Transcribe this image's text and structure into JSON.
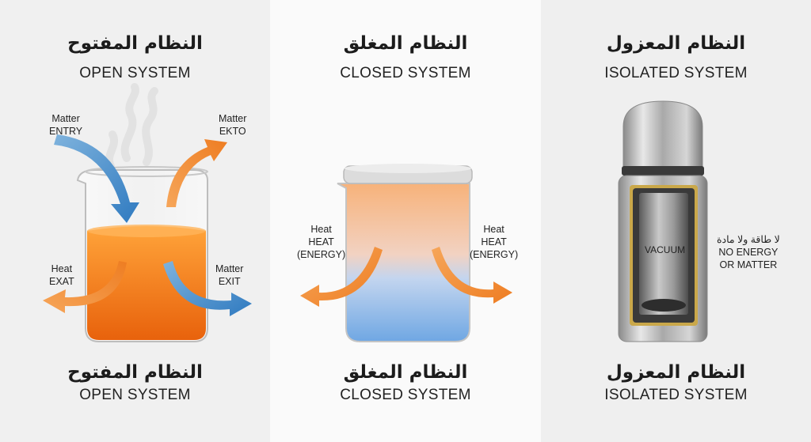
{
  "panels": {
    "open": {
      "title_ar": "النظام المفتوح",
      "title_en": "OPEN SYSTEM",
      "bottom_ar": "النظام المفتوح",
      "bottom_en": "OPEN SYSTEM",
      "labels": {
        "matter_entry": [
          "Matter",
          "ENTRY"
        ],
        "matter_ekto": [
          "Matter",
          "EKTO"
        ],
        "heat_exat": [
          "Heat",
          "EXAT"
        ],
        "matter_exit": [
          "Matter",
          "EXIT"
        ]
      }
    },
    "closed": {
      "title_ar": "النظام المغلق",
      "title_en": "CLOSED SYSTEM",
      "bottom_ar": "النظام المغلق",
      "bottom_en": "CLOSED SYSTEM",
      "labels": {
        "heat_left": [
          "Heat",
          "HEAT",
          "(ENERGY)"
        ],
        "heat_right": [
          "Heat",
          "HEAT",
          "(ENERGY)"
        ]
      }
    },
    "isolated": {
      "title_ar": "النظام المعزول",
      "title_en": "ISOLATED SYSTEM",
      "bottom_ar": "النظام المعزول",
      "bottom_en": "ISOLATED SYSTEM",
      "vacuum": "VACUUM",
      "labels": {
        "no_energy": [
          "لا طاقة ولا مادة",
          "NO ENERGY",
          "OR MATTER"
        ]
      }
    }
  },
  "colors": {
    "orange_arrow": "#f08a2c",
    "blue_arrow": "#3d86c6",
    "liquid": "#f07a1a"
  }
}
